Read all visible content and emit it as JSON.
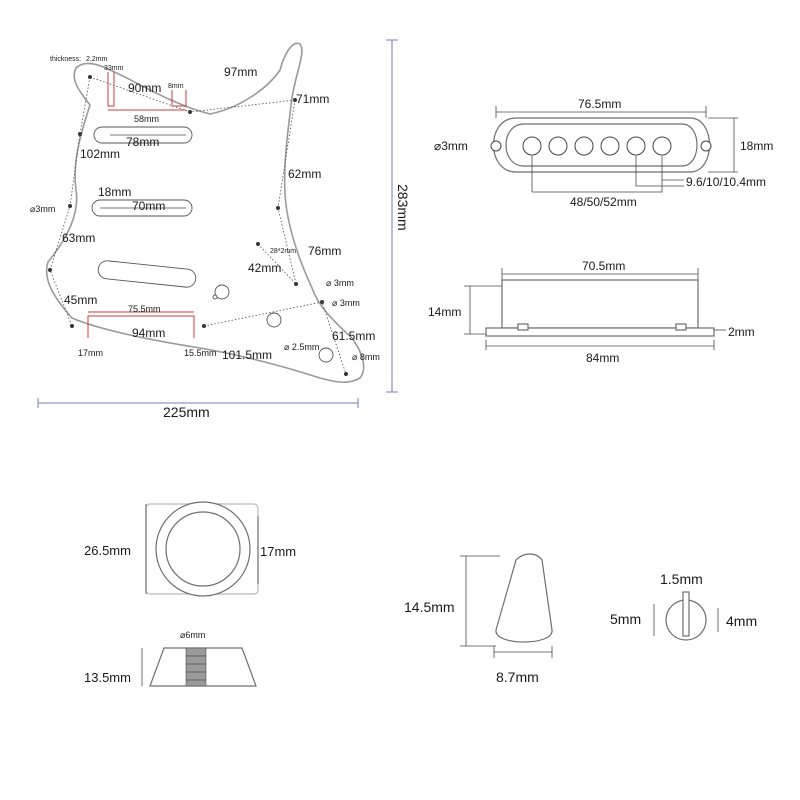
{
  "pickguard": {
    "thickness_label": "thickness:",
    "thickness": "2.2mm",
    "d_33": "33mm",
    "d_90": "90mm",
    "d_8": "8mm",
    "d_97": "97mm",
    "d_71": "71mm",
    "d_58": "58mm",
    "d_78": "78mm",
    "d_102": "102mm",
    "d_62": "62mm",
    "d_18": "18mm",
    "d_3_left": "⌀3mm",
    "d_70": "70mm",
    "d_63": "63mm",
    "d_28x2": "28*2mm",
    "d_76": "76mm",
    "d_42": "42mm",
    "d_3_a": "⌀ 3mm",
    "d_45": "45mm",
    "d_3_b": "⌀ 3mm",
    "d_75_5": "75.5mm",
    "d_94": "94mm",
    "d_61_5": "61.5mm",
    "d_2_5": "⌀ 2.5mm",
    "d_8_hole": "⌀ 8mm",
    "d_17": "17mm",
    "d_15_5": "15.5mm",
    "d_101_5": "101.5mm",
    "d_283": "283mm",
    "d_225": "225mm"
  },
  "pickup_top": {
    "d_76_5": "76.5mm",
    "d_3": "⌀3mm",
    "d_18": "18mm",
    "d_9_6": "9.6/10/10.4mm",
    "d_48": "48/50/52mm"
  },
  "pickup_side": {
    "d_70_5": "70.5mm",
    "d_14": "14mm",
    "d_2": "2mm",
    "d_84": "84mm"
  },
  "knob": {
    "d_26_5": "26.5mm",
    "d_17": "17mm",
    "d_6": "⌀6mm",
    "d_13_5": "13.5mm"
  },
  "switch_tip": {
    "d_14_5": "14.5mm",
    "d_8_7": "8.7mm"
  },
  "small_tip": {
    "d_1_5": "1.5mm",
    "d_5": "5mm",
    "d_4": "4mm"
  }
}
